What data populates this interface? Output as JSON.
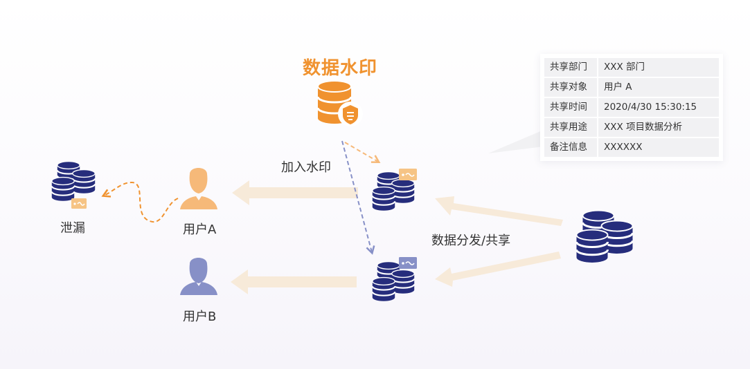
{
  "diagram": {
    "title": "数据水印",
    "add_watermark_label": "加入水印",
    "distribute_label": "数据分发/共享",
    "leak_label": "泄漏",
    "user_a_label": "用户A",
    "user_b_label": "用户B"
  },
  "info_table": {
    "rows": [
      {
        "key": "共享部门",
        "value": "XXX 部门"
      },
      {
        "key": "共享对象",
        "value": "用户 A"
      },
      {
        "key": "共享时间",
        "value": "2020/4/30  15:30:15"
      },
      {
        "key": "共享用途",
        "value": "XXX  项目数据分析"
      },
      {
        "key": "备注信息",
        "value": "XXXXXX"
      }
    ]
  },
  "colors": {
    "navy": "#262d7c",
    "orange": "#f0922f",
    "light_orange": "#f6c485",
    "arrow_fill": "#f7ead9",
    "user_a": "#f6b979",
    "user_b": "#8790c7"
  },
  "icons": [
    "database-stack-icon",
    "shield-icon",
    "user-icon",
    "watermark-badge-icon"
  ]
}
